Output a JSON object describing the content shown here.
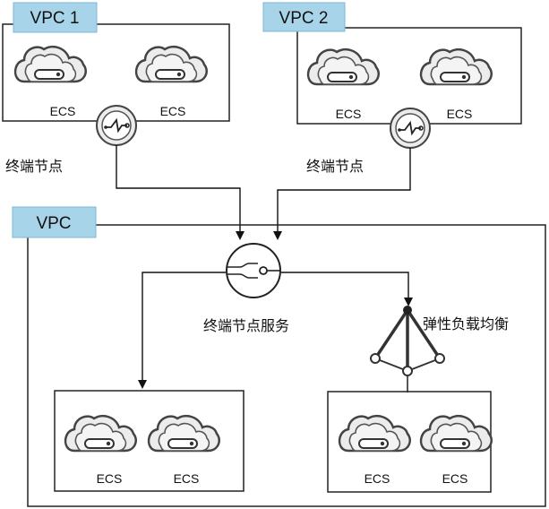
{
  "diagram": {
    "vpc1": {
      "label": "VPC 1",
      "ecs": [
        "ECS",
        "ECS"
      ],
      "endpoint_label": "终端节点"
    },
    "vpc2": {
      "label": "VPC 2",
      "ecs": [
        "ECS",
        "ECS"
      ],
      "endpoint_label": "终端节点"
    },
    "vpc_main": {
      "label": "VPC",
      "endpoint_service_label": "终端节点服务",
      "elb_label": "弹性负载均衡",
      "left_group_ecs": [
        "ECS",
        "ECS"
      ],
      "right_group_ecs": [
        "ECS",
        "ECS"
      ]
    }
  },
  "colors": {
    "tag_fill": "#a8d4ea",
    "tag_border": "#7bb8d6",
    "line": "#111111",
    "elb_stroke": "#333333"
  },
  "icons": {
    "ecs": "cloud-server-icon",
    "endpoint": "endpoint-icon",
    "endpoint_service": "endpoint-service-icon",
    "elb": "load-balancer-icon"
  }
}
